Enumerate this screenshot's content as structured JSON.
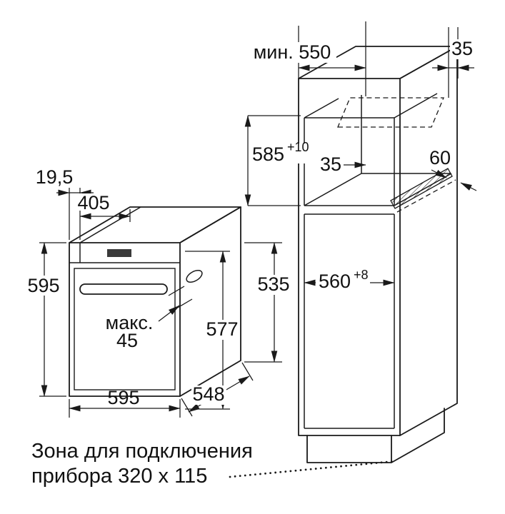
{
  "page": {
    "background": "#ffffff",
    "line_color": "#1a1a1a"
  },
  "oven": {
    "frame_offset": "19,5",
    "top_depth": "405",
    "front_height": "595",
    "handle_max_label": "макс.",
    "handle_max_value": "45",
    "total_depth": "577",
    "body_height": "535",
    "front_width": "595",
    "body_depth": "548"
  },
  "niche": {
    "min_depth": "мин. 550",
    "rear_top_gap": "35",
    "height": "585",
    "height_tolerance": "+10",
    "rear_gap": "35",
    "vent_clearance": "60",
    "width": "560",
    "width_tolerance": "+8"
  },
  "note": {
    "line1": "Зона для подключения",
    "line2": "прибора 320 x 115"
  }
}
